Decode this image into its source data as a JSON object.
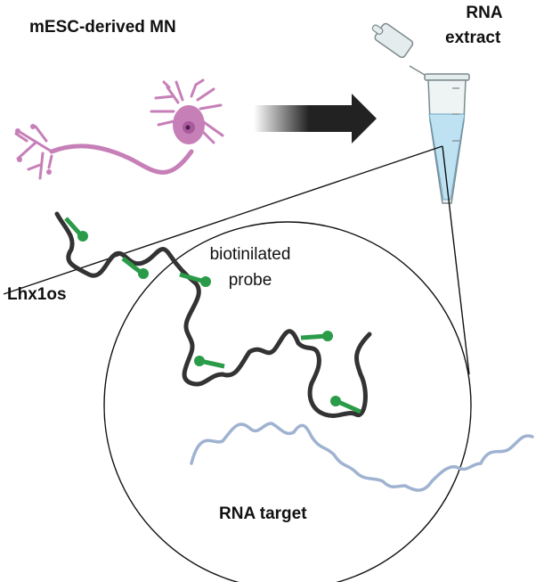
{
  "labels": {
    "source_cells": "mESC-derived MN",
    "rna_extract_line1": "RNA",
    "rna_extract_line2": "extract",
    "lncrna_name": "Lhx1os",
    "probe_line1": "biotinilated",
    "probe_line2": "probe",
    "target": "RNA target"
  },
  "colors": {
    "neuron": "#c77fb8",
    "neuron_nucleus": "#8e3f86",
    "lncrna_strand": "#333333",
    "probe": "#2a9b48",
    "rna_target": "#9fb3d1",
    "tube_liquid": "#bfe2f2",
    "arrow": "#222222"
  },
  "icons": [
    "neuron-icon",
    "arrow-right-icon",
    "microcentrifuge-tube-icon",
    "zoom-circle",
    "lncrna-strand",
    "biotin-probe-icon",
    "rna-target-strand"
  ]
}
